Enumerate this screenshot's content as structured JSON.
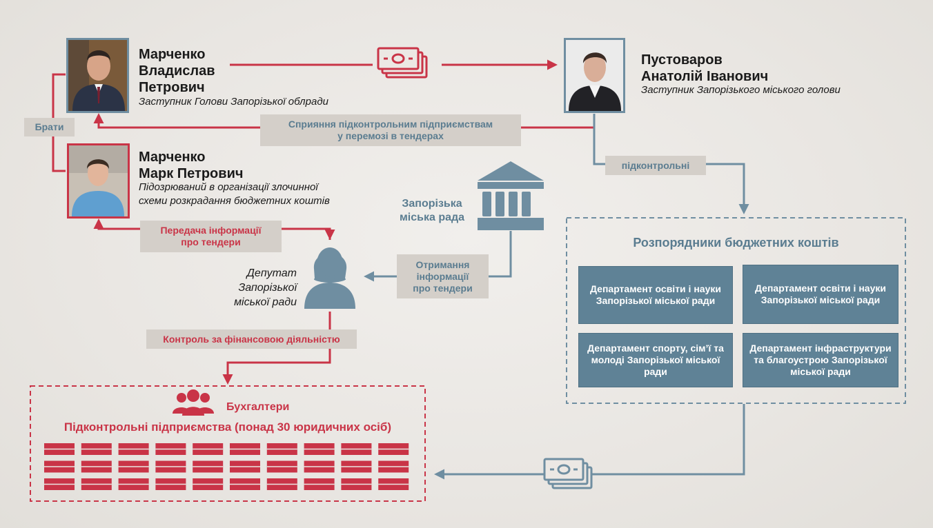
{
  "persons": {
    "p1": {
      "name": [
        "Марченко",
        "Владислав",
        "Петрович"
      ],
      "role": "Заступник Голови Запорізької облради"
    },
    "p2": {
      "name": [
        "Пустоваров",
        "Анатолій Іванович"
      ],
      "role": "Заступник Запорізького міського голови"
    },
    "p3": {
      "name": [
        "Марченко",
        "Марк Петрович"
      ],
      "role": [
        "Підозрюваний в організації злочинної",
        "схеми розкрадання бюджетних коштів"
      ]
    }
  },
  "labels": {
    "brothers": "Брати",
    "assistance": [
      "Сприяння підконтрольним підприємствам",
      "у перемозі в тендерах"
    ],
    "controlled": "підконтрольні",
    "transfer_info": [
      "Передача інформації",
      "про тендери"
    ],
    "receive_info": [
      "Отримання",
      "інформації",
      "про тендери"
    ],
    "financial_control": "Контроль за фінансовою діяльністю"
  },
  "council": {
    "name": [
      "Запорізька",
      "міська рада"
    ]
  },
  "deputy": {
    "label": [
      "Депутат",
      "Запорізької",
      "міської ради"
    ]
  },
  "budget_managers": {
    "title": "Розпорядники бюджетних коштів",
    "departments": [
      "Департамент освіти і науки Запорізької міської ради",
      "Департамент освіти і науки Запорізької міської ради",
      "Департамент спорту, сім’ї та молоді Запорізької міської ради",
      "Департамент інфраструктури та благоустрою Запорізької міської ради"
    ]
  },
  "enterprises": {
    "accountants": "Бухгалтери",
    "title": "Підконтрольні підприємства (понад 30 юридичних осіб)"
  },
  "colors": {
    "red": "#c93447",
    "blue": "#6f8ea1",
    "dept": "#5f8296",
    "tag": "#d4cfc9"
  }
}
